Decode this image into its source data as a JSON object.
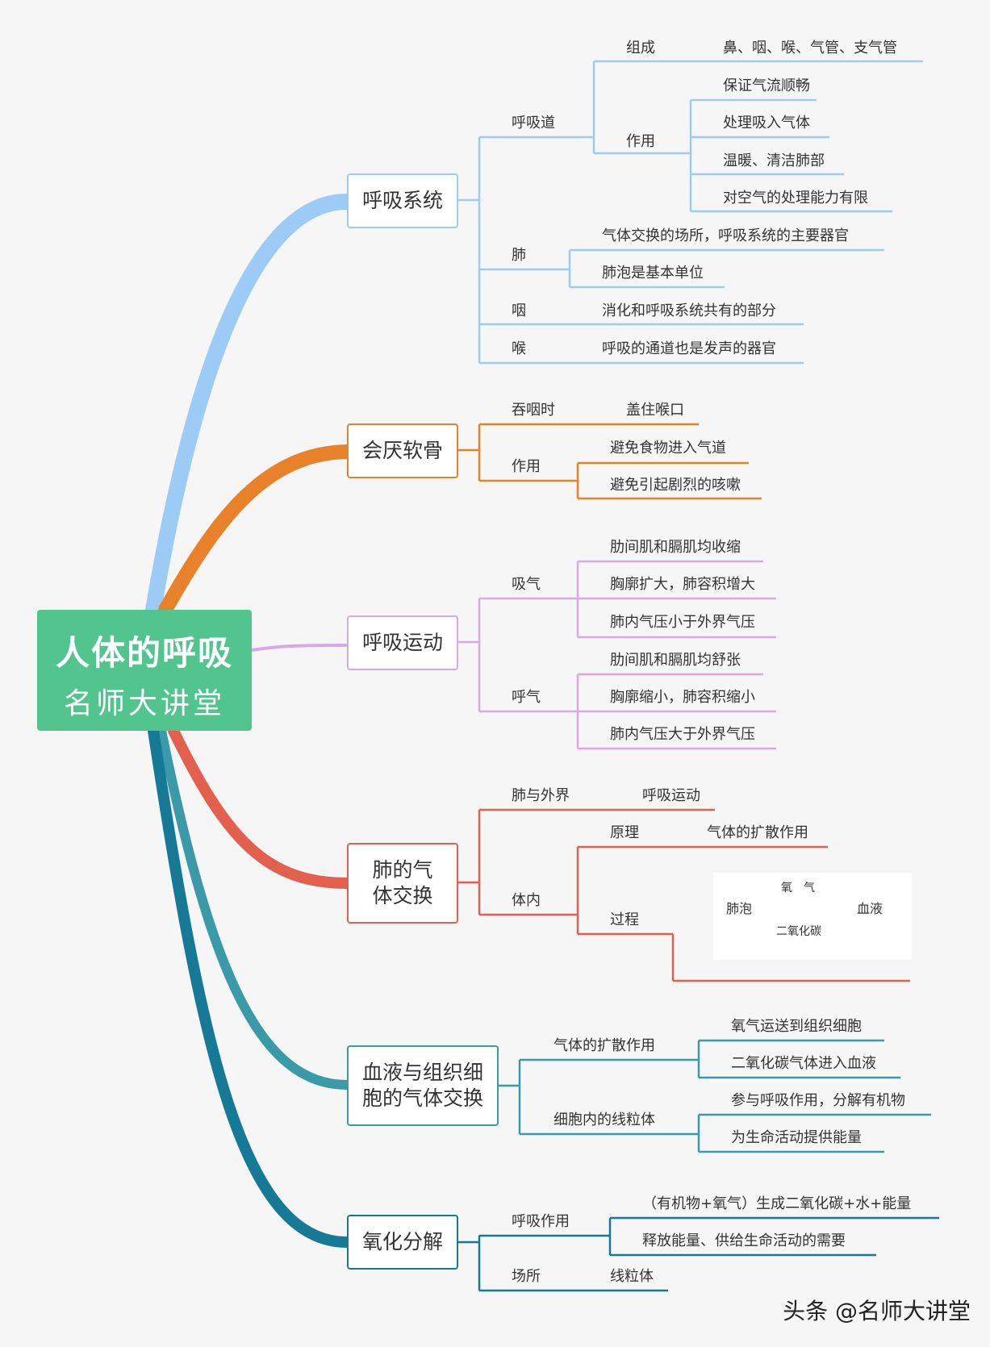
{
  "root": {
    "title": "人体的呼吸",
    "subtitle": "名师大讲堂"
  },
  "watermark": "头条 @名师大讲堂",
  "topics": [
    {
      "label": "呼吸系统",
      "color": "#9ccbf5"
    },
    {
      "label": "会厌软骨",
      "color": "#e8822a"
    },
    {
      "label": "呼吸运动",
      "color": "#d8a8e8"
    },
    {
      "label": "肺的气体交换",
      "color": "#e35f4e"
    },
    {
      "label": "血液与组织细胞的气体交换",
      "color": "#3a9aa8"
    },
    {
      "label": "氧化分解",
      "color": "#167a96"
    }
  ],
  "nodes": {
    "resp_tract": "呼吸道",
    "composition": "组成",
    "composition_val": "鼻、咽、喉、气管、支气管",
    "function": "作用",
    "func1": "保证气流顺畅",
    "func2": "处理吸入气体",
    "func3": "温暖、清洁肺部",
    "func4": "对空气的处理能力有限",
    "lung": "肺",
    "lung1": "气体交换的场所，呼吸系统的主要器官",
    "lung2": "肺泡是基本单位",
    "pharynx": "咽",
    "pharynx_val": "消化和呼吸系统共有的部分",
    "larynx": "喉",
    "larynx_val": "呼吸的通道也是发声的器官",
    "swallow": "吞咽时",
    "swallow_val": "盖住喉口",
    "epi_func": "作用",
    "epi1": "避免食物进入气道",
    "epi2": "避免引起剧烈的咳嗽",
    "inhale": "吸气",
    "in1": "肋间肌和膈肌均收缩",
    "in2": "胸廓扩大，肺容积增大",
    "in3": "肺内气压小于外界气压",
    "exhale": "呼气",
    "ex1": "肋间肌和膈肌均舒张",
    "ex2": "胸廓缩小，肺容积缩小",
    "ex3": "肺内气压大于外界气压",
    "lung_out": "肺与外界",
    "lung_out_val": "呼吸运动",
    "internal": "体内",
    "principle": "原理",
    "principle_val": "气体的扩散作用",
    "process": "过程",
    "eq_left": "肺泡",
    "eq_right": "血液",
    "eq_top": "氧　气",
    "eq_bottom": "二氧化碳",
    "diffusion": "气体的扩散作用",
    "diff1": "氧气运送到组织细胞",
    "diff2": "二氧化碳气体进入血液",
    "mito": "细胞内的线粒体",
    "mito1": "参与呼吸作用，分解有机物",
    "mito2": "为生命活动提供能量",
    "respiration": "呼吸作用",
    "resp1": "（有机物+氧气）生成二氧化碳+水+能量",
    "resp2": "释放能量、供给生命活动的需要",
    "site": "场所",
    "site_val": "线粒体"
  }
}
